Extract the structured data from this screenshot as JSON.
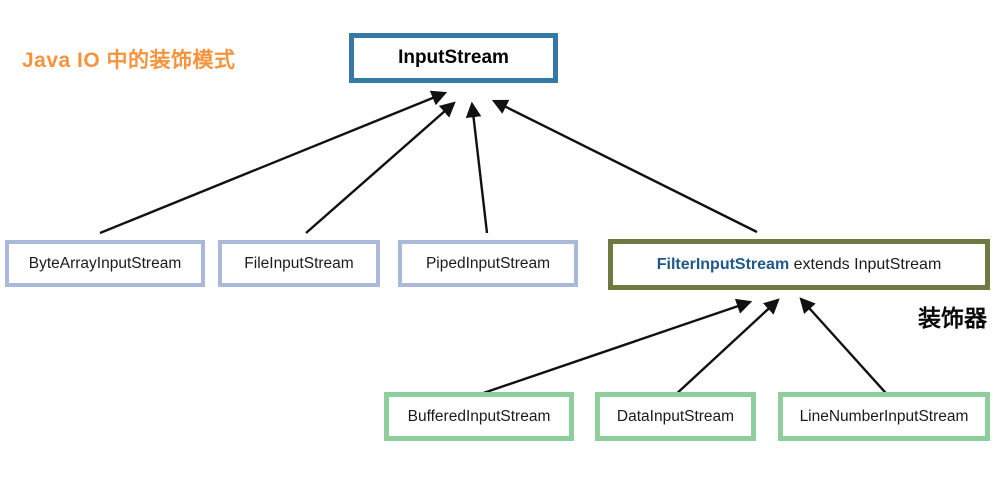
{
  "title": {
    "text": "Java IO 中的装饰模式",
    "color": "#F5943D"
  },
  "diagram": {
    "base_class": {
      "label": "InputStream",
      "border_color": "#3579A7"
    },
    "subclasses": [
      {
        "label": "ByteArrayInputStream",
        "border_color": "#AAB9D9"
      },
      {
        "label": "FileInputStream",
        "border_color": "#AAB9D9"
      },
      {
        "label": "PipedInputStream",
        "border_color": "#AAB9D9"
      }
    ],
    "decorator": {
      "label_bold": "FilterInputStream",
      "label_rest": " extends InputStream",
      "bold_color": "#20588C",
      "border_color": "#6D7A41",
      "annotation": "装饰器"
    },
    "decorator_subclasses": [
      {
        "label": "BufferedInputStream",
        "border_color": "#90CD9D"
      },
      {
        "label": "DataInputStream",
        "border_color": "#90CD9D"
      },
      {
        "label": "LineNumberInputStream",
        "border_color": "#90CD9D"
      }
    ],
    "edges": [
      {
        "from": "ByteArrayInputStream",
        "to": "InputStream"
      },
      {
        "from": "FileInputStream",
        "to": "InputStream"
      },
      {
        "from": "PipedInputStream",
        "to": "InputStream"
      },
      {
        "from": "FilterInputStream",
        "to": "InputStream"
      },
      {
        "from": "BufferedInputStream",
        "to": "FilterInputStream"
      },
      {
        "from": "DataInputStream",
        "to": "FilterInputStream"
      },
      {
        "from": "LineNumberInputStream",
        "to": "FilterInputStream"
      }
    ],
    "arrow_color": "#111111"
  }
}
